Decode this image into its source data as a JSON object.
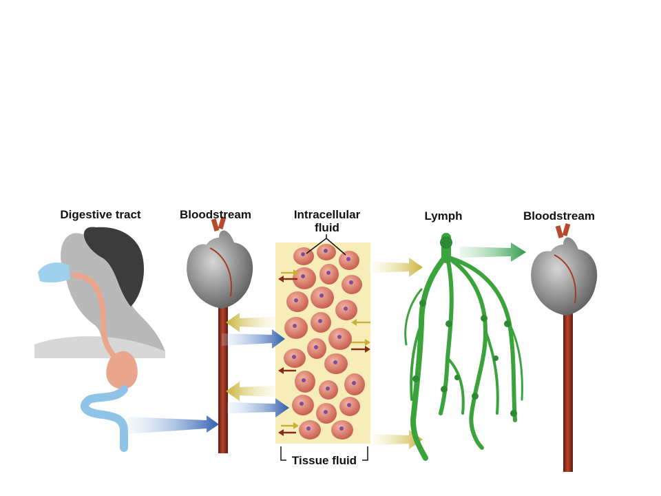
{
  "labels": {
    "digestive_tract": "Digestive tract",
    "bloodstream_left": "Bloodstream",
    "intracellular_line1": "Intracellular",
    "intracellular_line2": "fluid",
    "lymph": "Lymph",
    "bloodstream_right": "Bloodstream",
    "tissue_fluid": "Tissue fluid"
  },
  "colors": {
    "arrow_yellow": "#c8b236",
    "arrow_blue": "#2f5fb0",
    "arrow_green": "#2f9a4a",
    "vessel": "#8a2a1a",
    "cell": "#d9796a",
    "nucleus": "#7b4fa0",
    "tissue_bg": "#f6edb8",
    "lymph": "#3aa33c",
    "esophagus": "#e9a68c",
    "intestine": "#8fc3e8"
  }
}
